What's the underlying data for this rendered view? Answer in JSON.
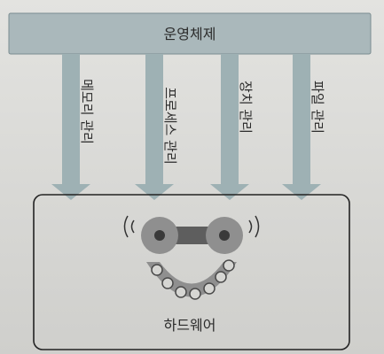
{
  "os_bar": {
    "label": "운영체제"
  },
  "arrows": [
    {
      "id": "memory",
      "label": "메모리 관리"
    },
    {
      "id": "process",
      "label": "프로세스 관리"
    },
    {
      "id": "device",
      "label": "장치 관리"
    },
    {
      "id": "file",
      "label": "파일 관리"
    }
  ],
  "hardware": {
    "label": "하드웨어",
    "icon": "hardware-robot-icon"
  },
  "colors": {
    "os_bar_fill": "#aab8bb",
    "arrow_fill": "#9eb1b4",
    "box_stroke": "#222222",
    "icon_fill": "#8f8f8f",
    "icon_dark": "#585858"
  }
}
